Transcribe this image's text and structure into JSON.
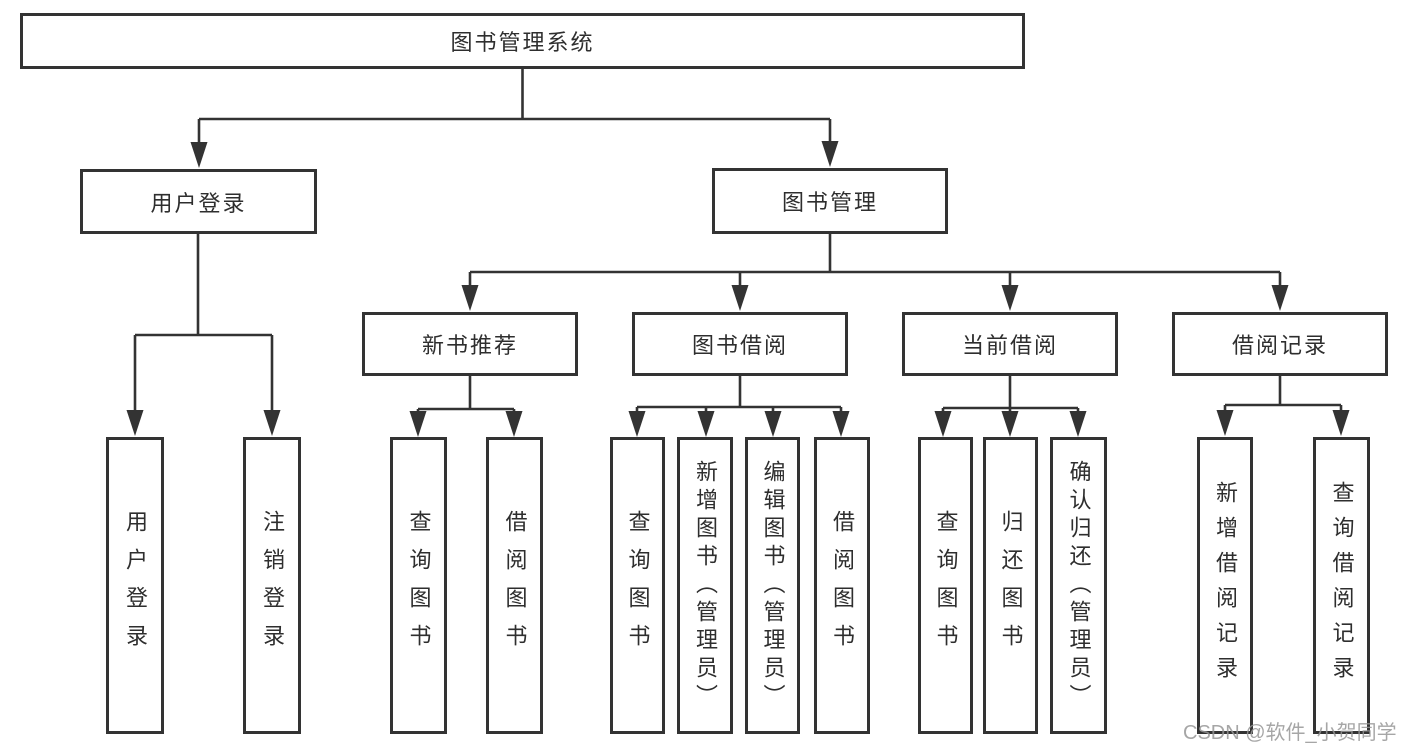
{
  "diagram": {
    "title": "图书管理系统",
    "watermark": "CSDN @软件_小贺同学",
    "colors": {
      "line": "#333333",
      "box_border": "#333333",
      "box_fill": "#ffffff",
      "text": "#2e2e2e",
      "watermark": "#969696"
    },
    "tree": {
      "label": "图书管理系统",
      "children": [
        {
          "label": "用户登录",
          "children": [
            {
              "label": "用户登录"
            },
            {
              "label": "注销登录"
            }
          ]
        },
        {
          "label": "图书管理",
          "children": [
            {
              "label": "新书推荐",
              "children": [
                {
                  "label": "查询图书"
                },
                {
                  "label": "借阅图书"
                }
              ]
            },
            {
              "label": "图书借阅",
              "children": [
                {
                  "label": "查询图书"
                },
                {
                  "label": "新增图书（管理员）"
                },
                {
                  "label": "编辑图书（管理员）"
                },
                {
                  "label": "借阅图书"
                }
              ]
            },
            {
              "label": "当前借阅",
              "children": [
                {
                  "label": "查询图书"
                },
                {
                  "label": "归还图书"
                },
                {
                  "label": "确认归还（管理员）"
                }
              ]
            },
            {
              "label": "借阅记录",
              "children": [
                {
                  "label": "新增借阅记录"
                },
                {
                  "label": "查询借阅记录"
                }
              ]
            }
          ]
        }
      ]
    }
  },
  "nodes": {
    "root": {
      "label": "图书管理系统"
    },
    "user_login": {
      "label": "用户登录"
    },
    "book_mgmt": {
      "label": "图书管理"
    },
    "new_book_rec": {
      "label": "新书推荐"
    },
    "book_borrow": {
      "label": "图书借阅"
    },
    "current_borrow": {
      "label": "当前借阅"
    },
    "borrow_records": {
      "label": "借阅记录"
    },
    "leaf_user_login": {
      "label": "用户登录"
    },
    "leaf_logout": {
      "label": "注销登录"
    },
    "leaf_nbr_query": {
      "label": "查询图书"
    },
    "leaf_nbr_borrow": {
      "label": "借阅图书"
    },
    "leaf_bb_query": {
      "label": "查询图书"
    },
    "leaf_bb_add": {
      "label": "新增图书（管理员）"
    },
    "leaf_bb_edit": {
      "label": "编辑图书（管理员）"
    },
    "leaf_bb_borrow": {
      "label": "借阅图书"
    },
    "leaf_cb_query": {
      "label": "查询图书"
    },
    "leaf_cb_return": {
      "label": "归还图书"
    },
    "leaf_cb_confirm": {
      "label": "确认归还（管理员）"
    },
    "leaf_br_add": {
      "label": "新增借阅记录"
    },
    "leaf_br_query": {
      "label": "查询借阅记录"
    }
  }
}
